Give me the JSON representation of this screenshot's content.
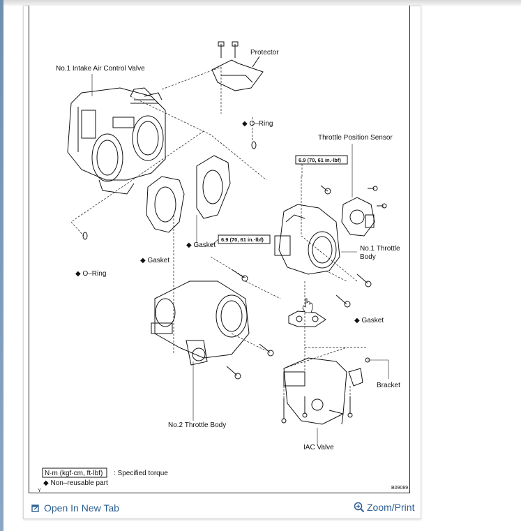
{
  "diagram": {
    "labels": {
      "protector": "Protector",
      "intake_valve": "No.1 Intake Air Control Valve",
      "oring_top": "◆ O–Ring",
      "throttle_sensor": "Throttle Position Sensor",
      "torque_1": "6.9 (70, 61 in.·lbf)",
      "torque_2": "6.9 (70, 61 in.·lbf)",
      "gasket_mid": "◆ Gasket",
      "gasket_left": "◆ Gasket",
      "oring_left": "◆ O–Ring",
      "throttle_body_1_line1": "No.1 Throttle",
      "throttle_body_1_line2": "Body",
      "gasket_right": "◆ Gasket",
      "bracket": "Bracket",
      "throttle_body_2": "No.2 Throttle Body",
      "iac_valve": "IAC Valve"
    },
    "legend": {
      "unit_box": "N·m (kgf·cm, ft·lbf)",
      "unit_desc": ": Specified torque",
      "nonreusable": "◆ Non–reusable part"
    },
    "figure_code": "B09089",
    "corner_mark": "Y"
  },
  "footer": {
    "open_tab_label": "Open In New Tab",
    "open_tab_icon": "open-new-tab-icon",
    "zoom_label": "Zoom/Print",
    "zoom_icon": "magnifier-plus-icon"
  },
  "colors": {
    "link": "#2d5f93",
    "frame": "#222222"
  }
}
